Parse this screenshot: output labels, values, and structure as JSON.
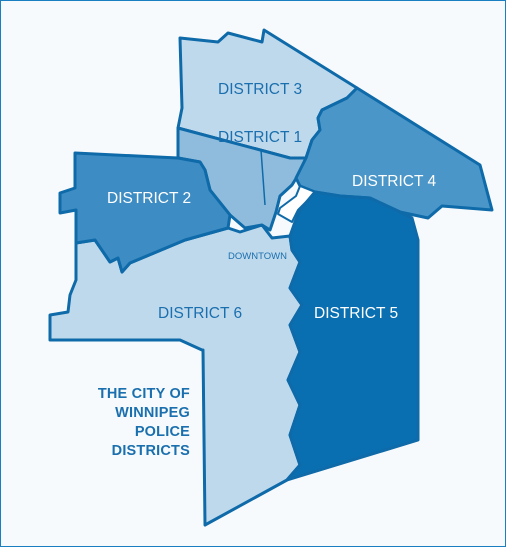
{
  "map": {
    "title_lines": [
      "THE CITY OF",
      "WINNIPEG",
      "POLICE",
      "DISTRICTS"
    ],
    "districts": [
      {
        "id": 1,
        "label": "DISTRICT 1"
      },
      {
        "id": 2,
        "label": "DISTRICT 2"
      },
      {
        "id": 3,
        "label": "DISTRICT 3"
      },
      {
        "id": 4,
        "label": "DISTRICT 4"
      },
      {
        "id": 5,
        "label": "DISTRICT 5"
      },
      {
        "id": 6,
        "label": "DISTRICT 6"
      }
    ],
    "downtown_label": "DOWNTOWN"
  },
  "colors": {
    "frame_border": "#1a7fc1",
    "background": "#f7fafc",
    "boundary": "#0e6aa8",
    "district_1": "#8fbcdc",
    "district_2": "#3d8cc4",
    "district_3": "#bfd9ec",
    "district_4": "#4a96c9",
    "district_5": "#0a6fb1",
    "district_6": "#bfd9ec",
    "label_dark": "#1a6fae",
    "label_light": "#ffffff",
    "title": "#1a6fae"
  }
}
